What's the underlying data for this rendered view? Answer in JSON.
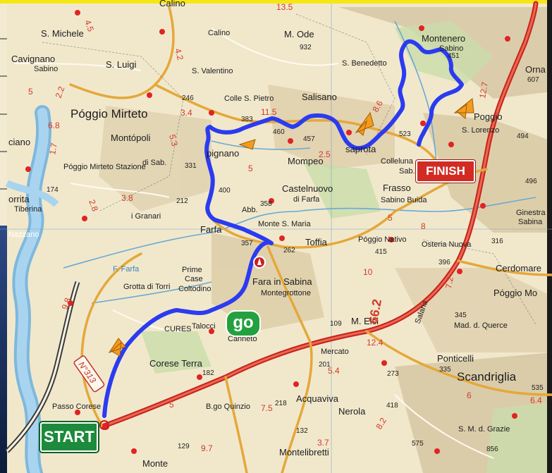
{
  "map": {
    "badges": {
      "start": "START",
      "finish": "FINISH",
      "go": "go"
    },
    "road_number": "N°313",
    "places": [
      {
        "id": "calino",
        "text": "Calino"
      },
      {
        "id": "s-michele",
        "text": "S. Michele"
      },
      {
        "id": "cavignano",
        "text": "Cavignano"
      },
      {
        "id": "sabino-1",
        "text": "Sabino"
      },
      {
        "id": "s-luigi",
        "text": "S. Luigi"
      },
      {
        "id": "s-valentino",
        "text": "S. Valentino"
      },
      {
        "id": "m-ode",
        "text": "M. Ode"
      },
      {
        "id": "montenero",
        "text": "Montenero"
      },
      {
        "id": "sabino-2",
        "text": "Sabino"
      },
      {
        "id": "orna",
        "text": "Orna"
      },
      {
        "id": "s-benedetto",
        "text": "S. Benedetto"
      },
      {
        "id": "poggio-mirteto",
        "text": "Póggio Mirteto"
      },
      {
        "id": "colle-s-pietro",
        "text": "Colle S. Pietro"
      },
      {
        "id": "salisano",
        "text": "Salisano"
      },
      {
        "id": "poggio-lorenzo-1",
        "text": "Poggio"
      },
      {
        "id": "poggio-lorenzo-2",
        "text": "S. Lorenzo"
      },
      {
        "id": "ciano",
        "text": "ciano"
      },
      {
        "id": "montopoli",
        "text": "Montópoli"
      },
      {
        "id": "di-sab",
        "text": "di Sab."
      },
      {
        "id": "mompeo",
        "text": "Mompeo"
      },
      {
        "id": "casaprota",
        "text": "saprota"
      },
      {
        "id": "colleluna",
        "text": "Colleluna"
      },
      {
        "id": "sab",
        "text": "Sab."
      },
      {
        "id": "pignano",
        "text": "pignano"
      },
      {
        "id": "poggio-mirteto-staz",
        "text": "Póggio Mirteto Stazione"
      },
      {
        "id": "castelnuovo",
        "text": "Castelnuovo"
      },
      {
        "id": "di-farfa",
        "text": "di Farfa"
      },
      {
        "id": "frasso",
        "text": "Frasso"
      },
      {
        "id": "sabino-buida",
        "text": "Sabino Buida"
      },
      {
        "id": "ginestra",
        "text": "Ginestra"
      },
      {
        "id": "sabina-g",
        "text": "Sabina"
      },
      {
        "id": "gorrita",
        "text": "orrita"
      },
      {
        "id": "tiberina",
        "text": "Tiberina"
      },
      {
        "id": "granari",
        "text": "i Granari"
      },
      {
        "id": "abb",
        "text": "Abb."
      },
      {
        "id": "monte-s-maria",
        "text": "Monte S. Maria"
      },
      {
        "id": "farfa",
        "text": "Farfa"
      },
      {
        "id": "toffia",
        "text": "Toffia"
      },
      {
        "id": "poggio-nativo",
        "text": "Póggio Nativo"
      },
      {
        "id": "osteria-nuova",
        "text": "Osteria Nuova"
      },
      {
        "id": "cerdomare",
        "text": "Cerdomare"
      },
      {
        "id": "prime-case",
        "text": "Prime"
      },
      {
        "id": "case",
        "text": "Case"
      },
      {
        "id": "coltodino",
        "text": "Coltodino"
      },
      {
        "id": "fara-in-sabina",
        "text": "Fara in Sabina"
      },
      {
        "id": "montegrottone",
        "text": "Montegrottone"
      },
      {
        "id": "poggio-moiano",
        "text": "Póggio Mo"
      },
      {
        "id": "f-farfa",
        "text": "F. Farfa"
      },
      {
        "id": "grotta-di-torri",
        "text": "Grotta di Torri"
      },
      {
        "id": "cures",
        "text": "CURES"
      },
      {
        "id": "talocci",
        "text": "Talocci"
      },
      {
        "id": "canneto",
        "text": "Canneto"
      },
      {
        "id": "m-elci",
        "text": "M. Elci"
      },
      {
        "id": "mad-querce",
        "text": "Mad. d. Querce"
      },
      {
        "id": "mercato",
        "text": "Mercato"
      },
      {
        "id": "ponticelli",
        "text": "Ponticelli"
      },
      {
        "id": "corese-terra",
        "text": "Corese Terra"
      },
      {
        "id": "scandriglia",
        "text": "Scandriglia"
      },
      {
        "id": "passo-corese",
        "text": "Passo Corese"
      },
      {
        "id": "bo-quinzio",
        "text": "B.go Quinzio"
      },
      {
        "id": "acquaviva",
        "text": "Acquaviva"
      },
      {
        "id": "nerola",
        "text": "Nerola"
      },
      {
        "id": "s-m-grazie",
        "text": "S. M. d. Grazie"
      },
      {
        "id": "montelibretti",
        "text": "Montelibretti"
      },
      {
        "id": "monte-bottom",
        "text": "Monte"
      },
      {
        "id": "nazzano",
        "text": "Nazzano"
      },
      {
        "id": "a-salaria",
        "text": "Salaria"
      }
    ],
    "elevations": [
      "932",
      "451",
      "607",
      "246",
      "383",
      "460",
      "457",
      "523",
      "494",
      "496",
      "331",
      "174",
      "212",
      "400",
      "358",
      "357",
      "262",
      "415",
      "396",
      "316",
      "345",
      "109",
      "201",
      "273",
      "335",
      "535",
      "182",
      "218",
      "418",
      "132",
      "575",
      "129",
      "856"
    ],
    "distances": [
      "13.5",
      "4.5",
      "4.2",
      "2.2",
      "5",
      "6.8",
      "3.4",
      "5.3",
      "11.5",
      "8.6",
      "2.5",
      "12.7",
      "1.7",
      "3.8",
      "2.8",
      "5",
      "5",
      "8",
      "10",
      "7.2",
      "9.8",
      "12.4",
      "6.4",
      "5.4",
      "5",
      "7.5",
      "8.2",
      "3.7",
      "9.7",
      "6",
      "66.2"
    ]
  }
}
